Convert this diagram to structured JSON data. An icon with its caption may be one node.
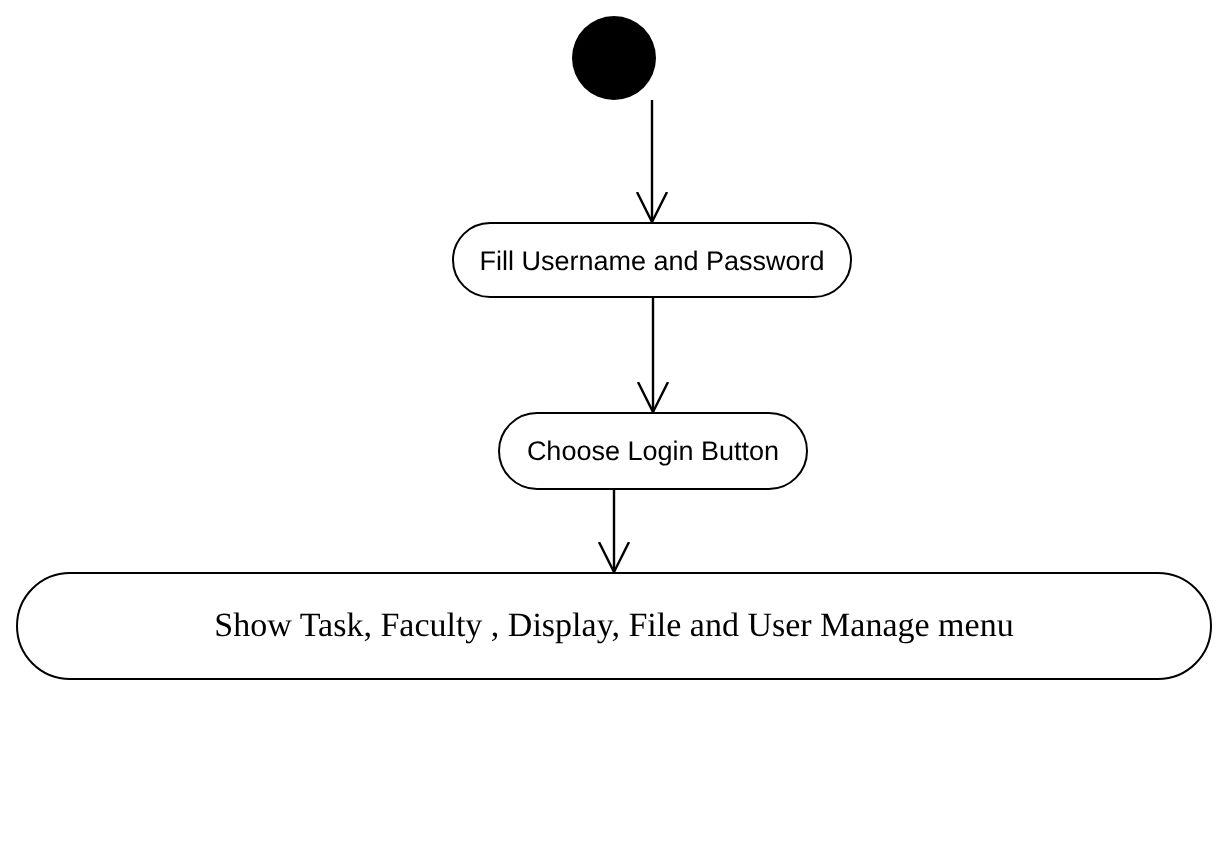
{
  "diagram": {
    "nodes": [
      {
        "text": [],
        "shape": "circle"
      },
      {
        "text": [
          "Fill Username and Password"
        ]
      },
      {
        "text": [
          "Choose Login Button"
        ]
      },
      {
        "text": [
          "Show Task, Faculty , Display, File and User Manage menu"
        ]
      }
    ],
    "edges": [
      {
        "from": 0,
        "to": 1,
        "arrow": "to"
      },
      {
        "from": 1,
        "to": 2,
        "arrow": "to"
      },
      {
        "from": 2,
        "to": 3,
        "arrow": "to"
      }
    ]
  }
}
